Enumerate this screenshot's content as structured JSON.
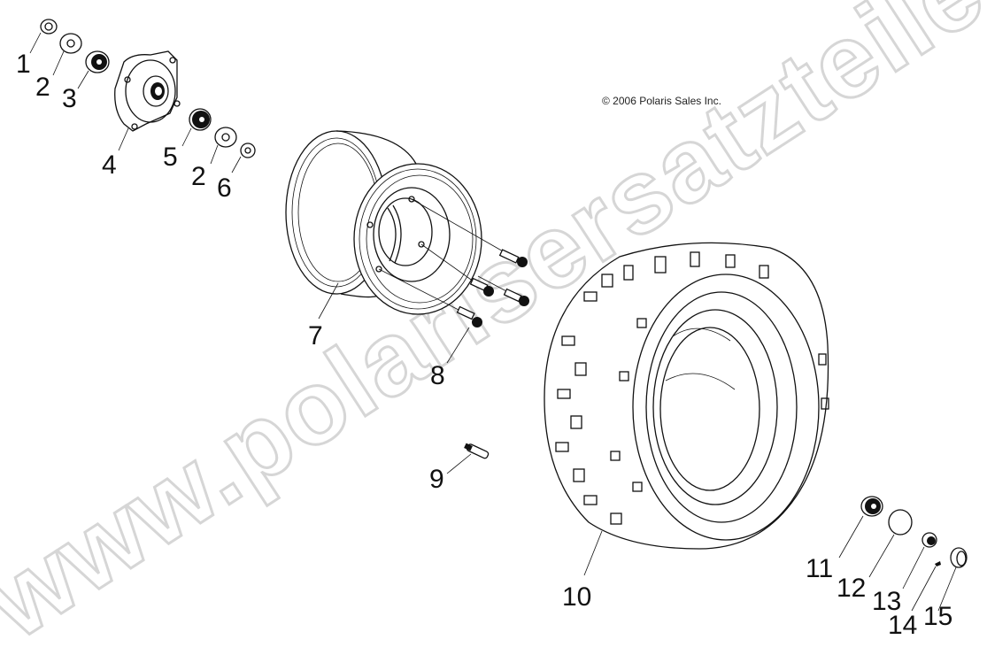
{
  "diagram": {
    "type": "exploded-parts-diagram",
    "subject": "Wheel assembly (hub, rim, tire)",
    "copyright": "© 2006 Polaris Sales Inc.",
    "watermark": "www.polarisersatzteile.de",
    "colors": {
      "background": "#ffffff",
      "line": "#111111",
      "watermark_outline": "#d6d6d6"
    },
    "callouts": [
      {
        "id": "c1",
        "label": "1"
      },
      {
        "id": "c2a",
        "label": "2"
      },
      {
        "id": "c3",
        "label": "3"
      },
      {
        "id": "c4",
        "label": "4"
      },
      {
        "id": "c5",
        "label": "5"
      },
      {
        "id": "c2b",
        "label": "2"
      },
      {
        "id": "c6",
        "label": "6"
      },
      {
        "id": "c7",
        "label": "7"
      },
      {
        "id": "c8",
        "label": "8"
      },
      {
        "id": "c9",
        "label": "9"
      },
      {
        "id": "c10",
        "label": "10"
      },
      {
        "id": "c11",
        "label": "11"
      },
      {
        "id": "c12",
        "label": "12"
      },
      {
        "id": "c13",
        "label": "13"
      },
      {
        "id": "c14",
        "label": "14"
      },
      {
        "id": "c15",
        "label": "15"
      }
    ],
    "parts": [
      {
        "callout": "1",
        "depicts": "nut"
      },
      {
        "callout": "2",
        "depicts": "washer"
      },
      {
        "callout": "3",
        "depicts": "seal"
      },
      {
        "callout": "4",
        "depicts": "hub"
      },
      {
        "callout": "5",
        "depicts": "bearing"
      },
      {
        "callout": "6",
        "depicts": "nut"
      },
      {
        "callout": "7",
        "depicts": "rim"
      },
      {
        "callout": "8",
        "depicts": "lug bolt / nut"
      },
      {
        "callout": "9",
        "depicts": "valve stem"
      },
      {
        "callout": "10",
        "depicts": "tire"
      },
      {
        "callout": "11",
        "depicts": "washer"
      },
      {
        "callout": "12",
        "depicts": "cap"
      },
      {
        "callout": "13",
        "depicts": "castle nut"
      },
      {
        "callout": "14",
        "depicts": "cotter pin"
      },
      {
        "callout": "15",
        "depicts": "cap / nut"
      }
    ]
  }
}
